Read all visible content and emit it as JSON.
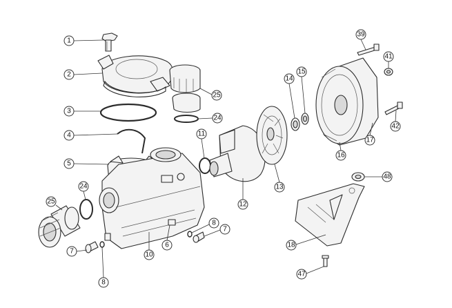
{
  "diagram": {
    "colors": {
      "line": "#2b2b2b",
      "fill": "#f3f3f3",
      "background": "#ffffff"
    },
    "callouts": [
      {
        "id": "c1",
        "label": "1"
      },
      {
        "id": "c2",
        "label": "2"
      },
      {
        "id": "c3",
        "label": "3"
      },
      {
        "id": "c4",
        "label": "4"
      },
      {
        "id": "c5",
        "label": "5"
      },
      {
        "id": "c6",
        "label": "6"
      },
      {
        "id": "c7a",
        "label": "7"
      },
      {
        "id": "c7b",
        "label": "7"
      },
      {
        "id": "c8a",
        "label": "8"
      },
      {
        "id": "c8b",
        "label": "8"
      },
      {
        "id": "c10",
        "label": "10"
      },
      {
        "id": "c11",
        "label": "11"
      },
      {
        "id": "c12",
        "label": "12"
      },
      {
        "id": "c13",
        "label": "13"
      },
      {
        "id": "c14",
        "label": "14"
      },
      {
        "id": "c15",
        "label": "15"
      },
      {
        "id": "c16",
        "label": "16"
      },
      {
        "id": "c17",
        "label": "17"
      },
      {
        "id": "c18",
        "label": "18"
      },
      {
        "id": "c24a",
        "label": "24"
      },
      {
        "id": "c24b",
        "label": "24"
      },
      {
        "id": "c25a",
        "label": "25"
      },
      {
        "id": "c25b",
        "label": "25"
      },
      {
        "id": "c39",
        "label": "39"
      },
      {
        "id": "c41",
        "label": "41"
      },
      {
        "id": "c42",
        "label": "42"
      },
      {
        "id": "c47",
        "label": "47"
      },
      {
        "id": "c48",
        "label": "48"
      }
    ]
  }
}
